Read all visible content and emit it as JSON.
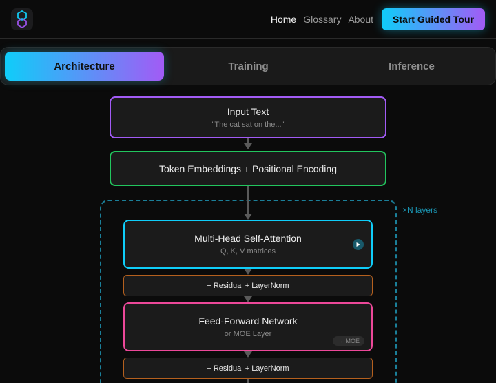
{
  "header": {
    "logo_icon": "hexagon-chain-icon",
    "nav": [
      {
        "label": "Home",
        "active": true
      },
      {
        "label": "Glossary",
        "active": false
      },
      {
        "label": "About",
        "active": false
      }
    ],
    "cta_label": "Start Guided Tour"
  },
  "tabs": [
    {
      "label": "Architecture",
      "active": true
    },
    {
      "label": "Training",
      "active": false
    },
    {
      "label": "Inference",
      "active": false
    }
  ],
  "diagram": {
    "input": {
      "title": "Input Text",
      "subtitle": "\"The cat sat on the...\"",
      "color": "#a25bf5"
    },
    "embeddings": {
      "title": "Token Embeddings + Positional Encoding",
      "color": "#22c55e"
    },
    "layer_repeat_label": "×N layers",
    "layer_color": "#1b7f99",
    "attention": {
      "title": "Multi-Head Self-Attention",
      "subtitle": "Q, K, V matrices",
      "color": "#0fcdf9",
      "action_icon": "play-icon"
    },
    "residual_1": {
      "title": "+ Residual + LayerNorm",
      "color": "#b4601e"
    },
    "ffn": {
      "title": "Feed-Forward Network",
      "subtitle": "or MOE Layer",
      "color": "#ec4899",
      "badge": "→ MOE"
    },
    "residual_2": {
      "title": "+ Residual + LayerNorm",
      "color": "#b4601e"
    }
  }
}
